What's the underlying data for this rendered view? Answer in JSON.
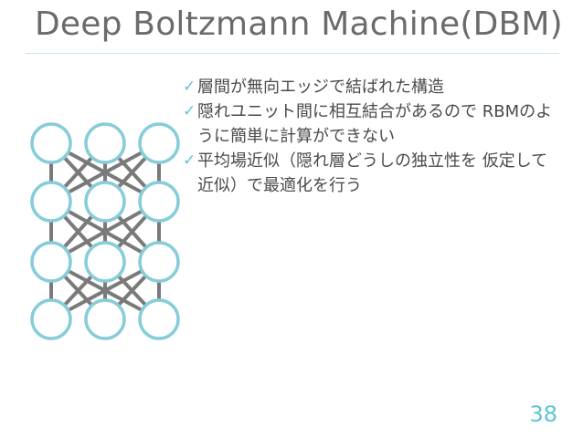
{
  "header": {
    "title": "Deep Boltzmann Machine(DBM)"
  },
  "bullets": [
    {
      "icon": "check-icon",
      "text": "層間が無向エッジで結ばれた構造"
    },
    {
      "icon": "check-icon",
      "text": "隠れユニット間に相互結合があるので RBMのように簡単に計算ができない"
    },
    {
      "icon": "check-icon",
      "text": "平均場近似（隠れ層どうしの独立性を 仮定して近似）で最適化を行う"
    }
  ],
  "page_number": "38",
  "colors": {
    "node_stroke": "#86ccd9",
    "edge": "#7a7a7a",
    "accent": "#5ec3d6",
    "title": "#6b6b6b"
  }
}
